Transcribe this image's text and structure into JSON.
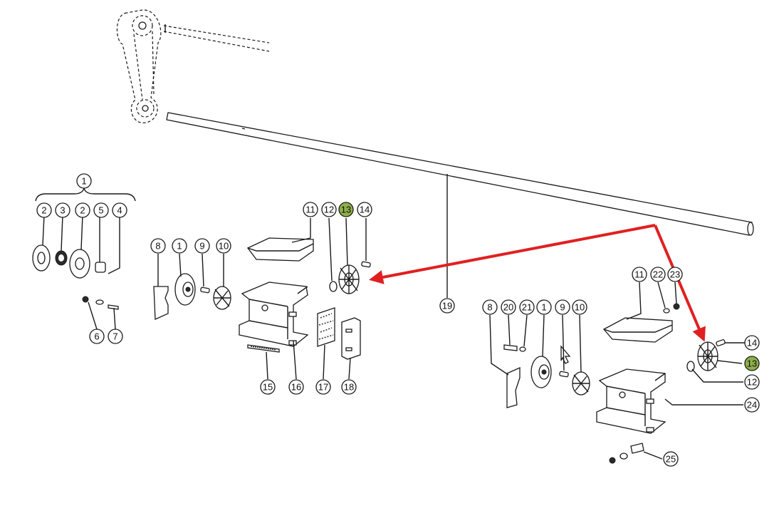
{
  "colors": {
    "arrow": "#e02020",
    "highlight": "#8fb04a",
    "ink": "#1a1a1a"
  },
  "callouts": [
    {
      "id": "l1",
      "label": "1",
      "highlight": false
    },
    {
      "id": "l2a",
      "label": "2",
      "highlight": false
    },
    {
      "id": "l3",
      "label": "3",
      "highlight": false
    },
    {
      "id": "l2b",
      "label": "2",
      "highlight": false
    },
    {
      "id": "l5",
      "label": "5",
      "highlight": false
    },
    {
      "id": "l4",
      "label": "4",
      "highlight": false
    },
    {
      "id": "l6",
      "label": "6",
      "highlight": false
    },
    {
      "id": "l7",
      "label": "7",
      "highlight": false
    },
    {
      "id": "c8",
      "label": "8",
      "highlight": false
    },
    {
      "id": "c1",
      "label": "1",
      "highlight": false
    },
    {
      "id": "c9",
      "label": "9",
      "highlight": false
    },
    {
      "id": "c10",
      "label": "10",
      "highlight": false
    },
    {
      "id": "c11",
      "label": "11",
      "highlight": false
    },
    {
      "id": "c12",
      "label": "12",
      "highlight": false
    },
    {
      "id": "c13",
      "label": "13",
      "highlight": true
    },
    {
      "id": "c14",
      "label": "14",
      "highlight": false
    },
    {
      "id": "c15",
      "label": "15",
      "highlight": false
    },
    {
      "id": "c16",
      "label": "16",
      "highlight": false
    },
    {
      "id": "c17",
      "label": "17",
      "highlight": false
    },
    {
      "id": "c18",
      "label": "18",
      "highlight": false
    },
    {
      "id": "c19",
      "label": "19",
      "highlight": false
    },
    {
      "id": "r8",
      "label": "8",
      "highlight": false
    },
    {
      "id": "r20",
      "label": "20",
      "highlight": false
    },
    {
      "id": "r21",
      "label": "21",
      "highlight": false
    },
    {
      "id": "r1",
      "label": "1",
      "highlight": false
    },
    {
      "id": "r9",
      "label": "9",
      "highlight": false
    },
    {
      "id": "r10",
      "label": "10",
      "highlight": false
    },
    {
      "id": "r11",
      "label": "11",
      "highlight": false
    },
    {
      "id": "r22",
      "label": "22",
      "highlight": false
    },
    {
      "id": "r23",
      "label": "23",
      "highlight": false
    },
    {
      "id": "r14",
      "label": "14",
      "highlight": false
    },
    {
      "id": "r13",
      "label": "13",
      "highlight": true
    },
    {
      "id": "r12",
      "label": "12",
      "highlight": false
    },
    {
      "id": "r24",
      "label": "24",
      "highlight": false
    },
    {
      "id": "r25",
      "label": "25",
      "highlight": false
    }
  ]
}
